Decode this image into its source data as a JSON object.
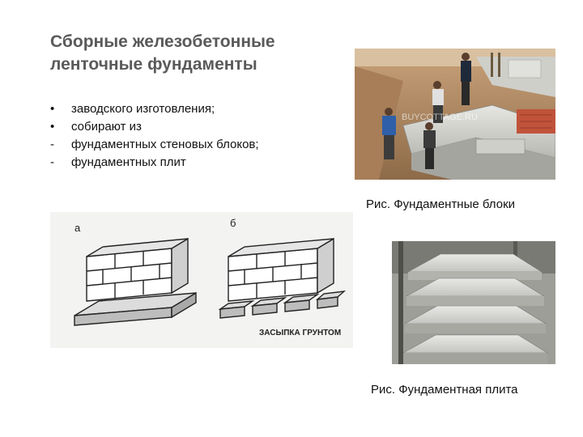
{
  "slide": {
    "title": "Сборные железобетонные ленточные фундаменты",
    "bullets": [
      {
        "marker": "•",
        "text": "заводского изготовления;"
      },
      {
        "marker": "•",
        "text": "собирают из"
      },
      {
        "marker": "-",
        "text": "фундаментных стеновых блоков;"
      },
      {
        "marker": "-",
        "text": "фундаментных плит"
      }
    ],
    "photo_blocks": {
      "watermark": "BUYCOTTAGE.RU",
      "caption": "Рис. Фундаментные блоки"
    },
    "drawing": {
      "label_a": "а",
      "label_b": "б",
      "label_backfill": "ЗАСЫПКА ГРУНТОМ"
    },
    "photo_slab": {
      "caption": "Рис. Фундаментная плита"
    }
  }
}
